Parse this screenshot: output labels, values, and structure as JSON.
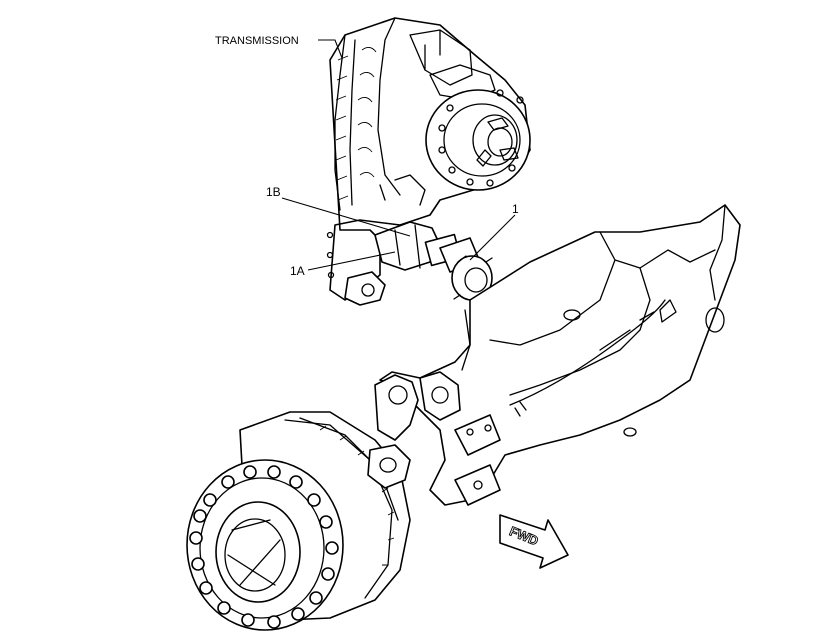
{
  "labels": {
    "transmission": "TRANSMISSION",
    "callout_1": "1",
    "callout_1a": "1A",
    "callout_1b": "1B",
    "fwd": "FWD"
  }
}
